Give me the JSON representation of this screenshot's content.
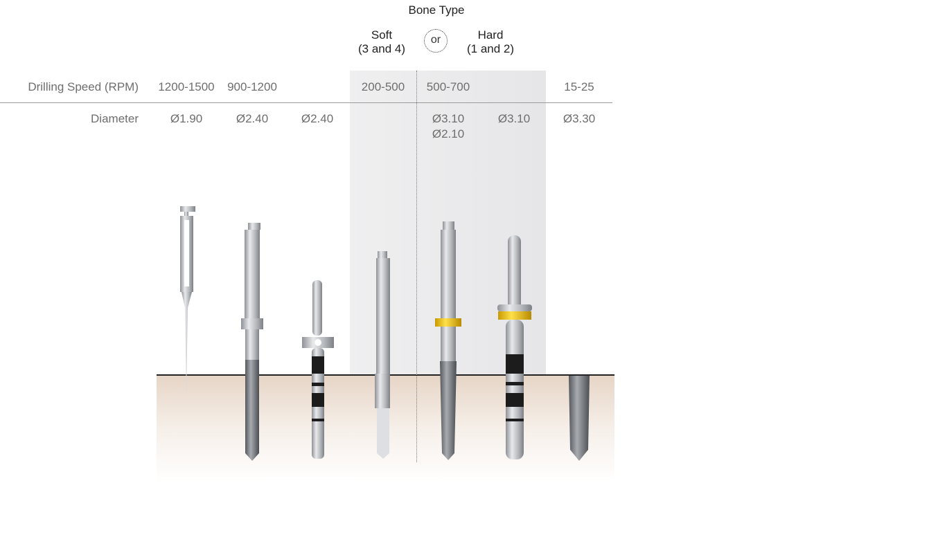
{
  "header": {
    "bone_type": "Bone Type",
    "soft": "Soft",
    "soft_sub": "(3 and 4)",
    "or": "or",
    "hard": "Hard",
    "hard_sub": "(1 and 2)"
  },
  "rows": {
    "speed_label": "Drilling Speed (RPM)",
    "speeds": [
      "1200-1500",
      "900-1200",
      "200-500",
      "500-700",
      "15-25"
    ],
    "diameter_label": "Diameter",
    "diameters": [
      "Ø1.90",
      "Ø2.40",
      "Ø2.40",
      "Ø3.10",
      "Ø2.10",
      "Ø3.10",
      "Ø3.30"
    ]
  },
  "tools": [
    "lance-drill",
    "twist-drill",
    "depth-gauge",
    "soft-bone-drill",
    "profile-drill",
    "tap-gauge",
    "implant"
  ],
  "colors": {
    "shade": "#ebebec",
    "ground": "#e6d5c6",
    "yellow_ring": "#f2c400",
    "metal": "#b9bcc0"
  }
}
